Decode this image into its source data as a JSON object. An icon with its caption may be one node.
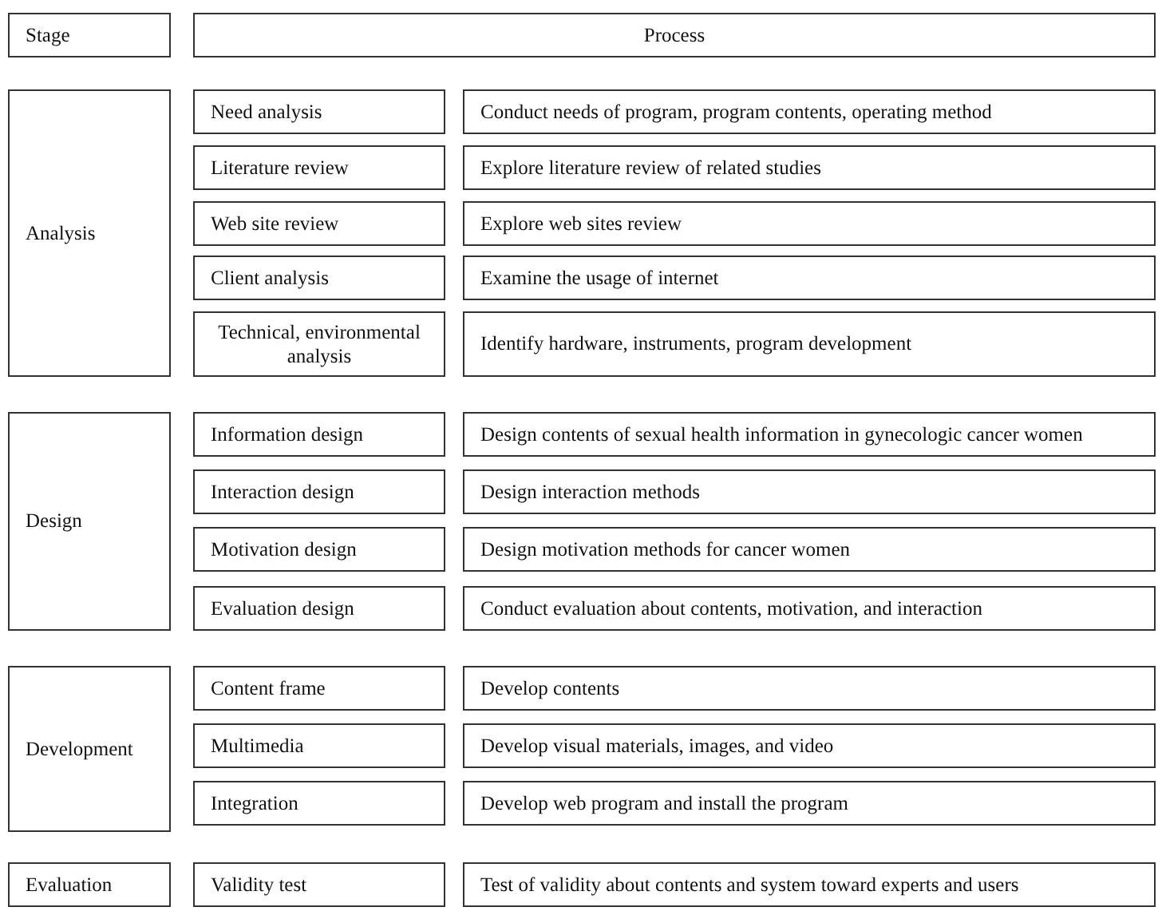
{
  "diagram": {
    "nodes": [
      {
        "text": [
          "Stage"
        ]
      },
      {
        "text": [
          "Process"
        ]
      },
      {
        "text": [
          "Analysis"
        ]
      },
      {
        "text": [
          "Need analysis"
        ]
      },
      {
        "text": [
          "Conduct needs of program, program contents, operating method"
        ]
      },
      {
        "text": [
          "Literature review"
        ]
      },
      {
        "text": [
          "Explore literature review of related studies"
        ]
      },
      {
        "text": [
          "Web site review"
        ]
      },
      {
        "text": [
          "Explore web sites review"
        ]
      },
      {
        "text": [
          "Client analysis"
        ]
      },
      {
        "text": [
          "Examine the usage of internet"
        ]
      },
      {
        "text": [
          "Technical, environmental analysis"
        ]
      },
      {
        "text": [
          "Identify hardware, instruments, program development"
        ]
      },
      {
        "text": [
          "Design"
        ]
      },
      {
        "text": [
          "Information design"
        ]
      },
      {
        "text": [
          "Design contents of sexual health information in gynecologic cancer women"
        ]
      },
      {
        "text": [
          "Interaction design"
        ]
      },
      {
        "text": [
          "Design interaction methods"
        ]
      },
      {
        "text": [
          "Motivation design"
        ]
      },
      {
        "text": [
          "Design motivation methods for cancer women"
        ]
      },
      {
        "text": [
          "Evaluation design"
        ]
      },
      {
        "text": [
          "Conduct evaluation about contents, motivation, and interaction"
        ]
      },
      {
        "text": [
          "Development"
        ]
      },
      {
        "text": [
          "Content frame"
        ]
      },
      {
        "text": [
          "Develop contents"
        ]
      },
      {
        "text": [
          "Multimedia"
        ]
      },
      {
        "text": [
          "Develop visual materials, images, and video"
        ]
      },
      {
        "text": [
          "Integration"
        ]
      },
      {
        "text": [
          "Develop web program and install the program"
        ]
      },
      {
        "text": [
          "Evaluation"
        ]
      },
      {
        "text": [
          "Validity test"
        ]
      },
      {
        "text": [
          "Test of validity about contents and system toward experts and users"
        ]
      }
    ]
  }
}
